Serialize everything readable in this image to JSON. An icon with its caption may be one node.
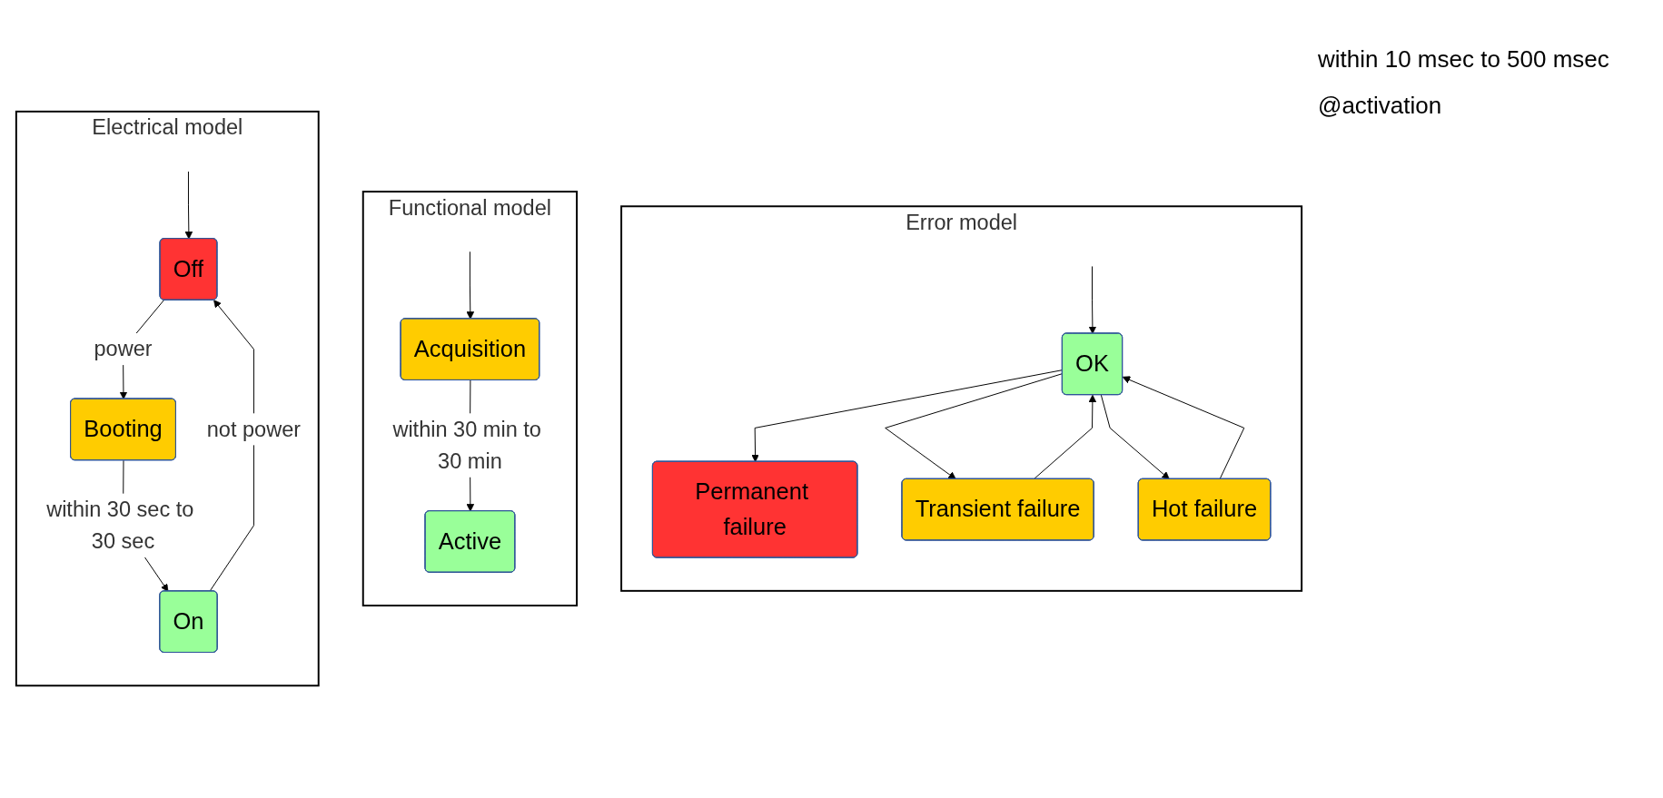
{
  "diagram": {
    "nodes": [
      {
        "text": [
          "Electrical model"
        ]
      },
      {
        "text": [
          "Off"
        ],
        "in": 0
      },
      {
        "text": [
          "Booting"
        ],
        "in": 0
      },
      {
        "text": [
          "On"
        ],
        "in": 0
      },
      {
        "text": [
          "Functional model"
        ]
      },
      {
        "text": [
          "Acquisition"
        ],
        "in": 4
      },
      {
        "text": [
          "Active"
        ],
        "in": 4
      },
      {
        "text": [
          "Error model"
        ]
      },
      {
        "text": [
          "Permanent failure"
        ],
        "in": 7
      },
      {
        "text": [
          "OK"
        ],
        "in": 7
      },
      {
        "text": [
          "Transient failure"
        ],
        "in": 7
      },
      {
        "text": [
          "Hot failure"
        ],
        "in": 7
      }
    ],
    "edges": [
      {
        "from": null,
        "to": 1,
        "arrow": "to"
      },
      {
        "from": 1,
        "to": 2,
        "arrow": "to",
        "label": "power"
      },
      {
        "from": 2,
        "to": 3,
        "arrow": "to",
        "label": "within 30 sec to 30 sec"
      },
      {
        "from": 3,
        "to": 1,
        "arrow": "to",
        "label": "not power"
      },
      {
        "from": null,
        "to": 5,
        "arrow": "to"
      },
      {
        "from": 5,
        "to": 6,
        "arrow": "to",
        "label": "within 30 min to 30 min"
      },
      {
        "from": 9,
        "to": 8,
        "arrow": "to"
      },
      {
        "from": null,
        "to": 9,
        "arrow": "to"
      },
      {
        "from": 10,
        "to": 9,
        "arrow": "to"
      },
      {
        "from": 11,
        "to": 9,
        "arrow": "to"
      },
      {
        "from": 9,
        "to": 10,
        "arrow": "to"
      },
      {
        "from": 9,
        "to": 11,
        "arrow": "to"
      }
    ],
    "labels": [
      "within 10 msec to 500 msec",
      "@activation"
    ]
  }
}
